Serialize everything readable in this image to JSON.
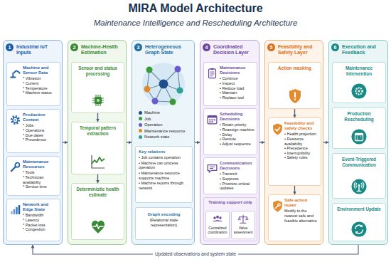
{
  "diagram": {
    "title": "MIRA Model Architecture",
    "nodes": [
      {
        "text": [
          "Industrial IoT Inputs"
        ]
      },
      {
        "text": [
          "Machine and Sensor Data",
          "* Vibration",
          "* Current",
          "* Temperature",
          "* Machine status"
        ],
        "in": 0
      },
      {
        "text": [
          "Production Context",
          "* Jobs",
          "* Operations",
          "* Due dates",
          "* Precedence"
        ],
        "in": 0
      },
      {
        "text": [
          "Maintenance Resources",
          "* Tools",
          "* Technician availability",
          "* Service time"
        ],
        "in": 0
      },
      {
        "text": [
          "Network and Edge State",
          "* Bandwidth",
          "* Latency",
          "* Packet loss",
          "* Congestion"
        ],
        "in": 0
      },
      {
        "text": [
          "Machine-Health Estimation"
        ]
      },
      {
        "text": [
          "Sensor and status processing"
        ],
        "in": 5
      },
      {
        "text": [
          "Temporal pattern extraction"
        ],
        "in": 5
      },
      {
        "text": [
          "Deterministic health estimate"
        ],
        "in": 5
      },
      {
        "text": [
          "Heterogeneous Graph State"
        ]
      },
      {
        "text": [
          "Key relations",
          "• Job contains operation",
          "• Machine can process operation",
          "• Maintenance resource supports machine",
          "• Machine reports through network"
        ],
        "in": 9
      },
      {
        "text": [
          "Graph encoding",
          "(Relational state representation)"
        ],
        "in": 9
      },
      {
        "text": [
          "Coordinated Decision Layer"
        ]
      },
      {
        "text": [
          "Maintenance Decisions",
          "• Continue",
          "• Inspect",
          "• Reduce load",
          "• Maintain",
          "• Replace tool"
        ],
        "in": 12
      },
      {
        "text": [
          "Scheduling Decisions",
          "• Retain priority",
          "• Reassign machine",
          "• Delay",
          "• Reroute",
          "• Adjust sequence"
        ],
        "in": 12
      },
      {
        "text": [
          "Communication Decisions",
          "• Transmit",
          "• Suppress",
          "• Prioritize critical updates"
        ],
        "in": 12
      },
      {
        "text": [
          "Training support only"
        ],
        "in": 12
      },
      {
        "text": [
          "Centralized coordination"
        ],
        "in": 16
      },
      {
        "text": [
          "Value assessment"
        ],
        "in": 16
      },
      {
        "text": [
          "Feasibility and Safety Layer"
        ]
      },
      {
        "text": [
          "Action masking"
        ],
        "in": 19
      },
      {
        "text": [
          "Feasibility and safety checks",
          "• Health projection",
          "• Resource availability",
          "• Precedence",
          "• Interruptibility",
          "• Safety rules"
        ],
        "in": 19
      },
      {
        "text": [
          "Safe-action repair",
          "Modify to the nearest safe and feasible alternative"
        ],
        "in": 19
      },
      {
        "text": [
          "Execution and Feedback"
        ]
      },
      {
        "text": [
          "Maintenance Intervention"
        ],
        "in": 23
      },
      {
        "text": [
          "Production Rescheduling"
        ],
        "in": 23
      },
      {
        "text": [
          "Event-Triggered Communication"
        ],
        "in": 23
      },
      {
        "text": [
          "Environment Update"
        ],
        "in": 23
      }
    ],
    "edges": [
      {
        "from": 0,
        "to": 5,
        "arrow": "to"
      },
      {
        "from": 5,
        "to": 9,
        "arrow": "to"
      },
      {
        "from": 9,
        "to": 12,
        "arrow": "to"
      },
      {
        "from": 12,
        "to": 19,
        "arrow": "to"
      },
      {
        "from": 19,
        "to": 23,
        "arrow": "to"
      },
      {
        "from": 6,
        "to": 7,
        "arrow": "to"
      },
      {
        "from": 7,
        "to": 8,
        "arrow": "to"
      },
      {
        "from": 20,
        "to": 21,
        "arrow": "to"
      },
      {
        "from": 21,
        "to": 22,
        "arrow": "to"
      },
      {
        "from": 23,
        "to": 0,
        "label": "Updated observations and system state",
        "arrow": "to"
      }
    ],
    "labels": [
      "Maintenance Intelligence and Rescheduling Architecture",
      "1",
      "2",
      "3",
      "4",
      "5",
      "6"
    ],
    "legend": [
      {
        "text": "Machine",
        "color": "#1f4e8c"
      },
      {
        "text": "Job",
        "color": "#3a9a3a"
      },
      {
        "text": "Operation",
        "color": "#6a5acd"
      },
      {
        "text": "Maintenance resource",
        "color": "#e08a2a"
      },
      {
        "text": "Network state",
        "color": "#2aa198"
      }
    ]
  }
}
